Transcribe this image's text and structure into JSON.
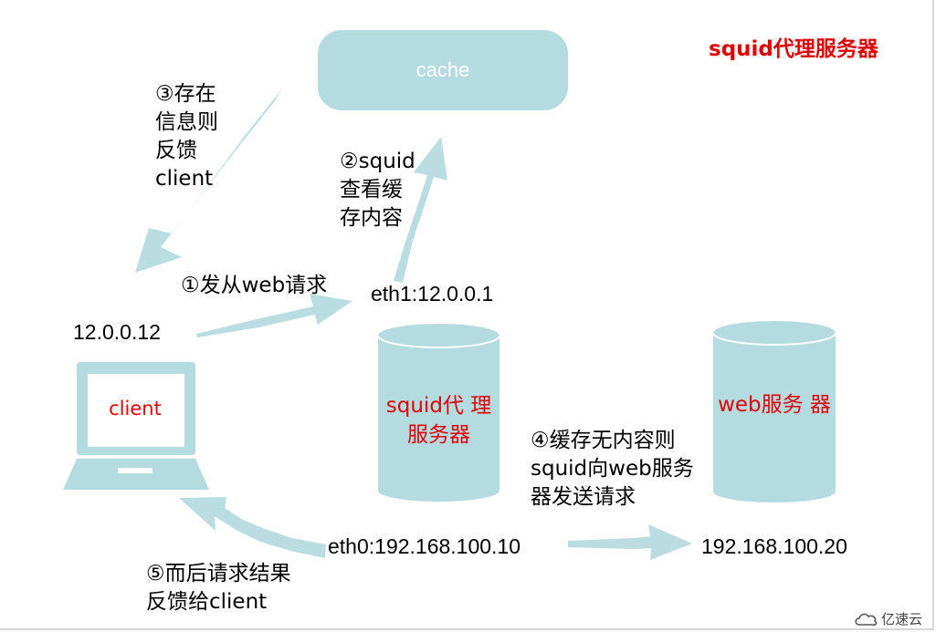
{
  "title": "squid代理服务器",
  "cache_label": "cache",
  "client_label": "client",
  "client_ip": "12.0.0.12",
  "proxy": {
    "label": "squid代\n理服务器",
    "eth1": "eth1:12.0.0.1",
    "eth0": "eth0:192.168.100.10"
  },
  "web_server": {
    "label": "web服务\n器",
    "ip": "192.168.100.20"
  },
  "steps": {
    "step1": "①发从web请求",
    "step2": "②squid\n查看缓\n存内容",
    "step3": "③存在\n信息则\n反馈\nclient",
    "step4": "④缓存无内容则\nsquid向web服务\n器发送请求",
    "step5": "⑤而后请求结果\n反馈给client"
  },
  "watermark": "亿速云",
  "colors": {
    "shape_fill": "#b4dbdf",
    "arrow_fill": "#b9dde1",
    "accent_red": "#e00000"
  }
}
